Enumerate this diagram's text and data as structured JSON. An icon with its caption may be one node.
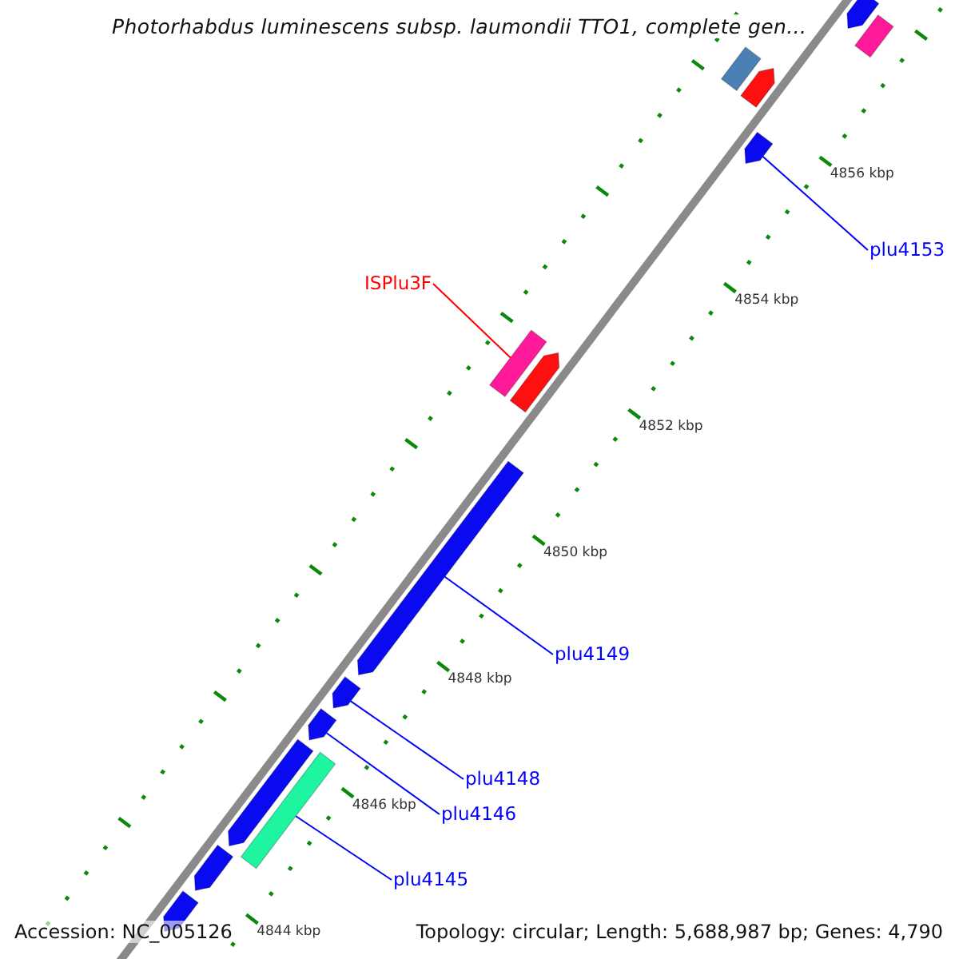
{
  "diagram": {
    "title": "Photorhabdus luminescens subsp. laumondii TTO1, complete gen...",
    "nodes": [
      {
        "text": [
          "plu4153"
        ]
      },
      {
        "text": [],
        "shape": "bar"
      },
      {
        "text": [
          "ISPlu3F"
        ]
      },
      {
        "text": [],
        "shape": "bar"
      },
      {
        "text": [
          "plu4149"
        ]
      },
      {
        "text": [],
        "shape": "bar"
      },
      {
        "text": [
          "plu4148"
        ]
      },
      {
        "text": [],
        "shape": "bar"
      },
      {
        "text": [
          "plu4146"
        ]
      },
      {
        "text": [],
        "shape": "bar"
      },
      {
        "text": [
          "plu4145"
        ]
      },
      {
        "text": [],
        "shape": "bar"
      },
      {
        "text": [],
        "shape": "bar"
      },
      {
        "text": [],
        "shape": "bar"
      },
      {
        "text": [],
        "shape": "bar"
      },
      {
        "text": [],
        "shape": "bar"
      },
      {
        "text": [],
        "shape": "bar"
      },
      {
        "text": [],
        "shape": "bar"
      },
      {
        "text": [],
        "shape": "bar"
      },
      {
        "text": [],
        "shape": "bar"
      }
    ],
    "edges": [
      {
        "from": 0,
        "to": 1,
        "arrow": "none"
      },
      {
        "from": 2,
        "to": 3,
        "arrow": "none",
        "color": "#ff0000"
      },
      {
        "from": 4,
        "to": 5,
        "arrow": "none"
      },
      {
        "from": 6,
        "to": 7,
        "arrow": "none"
      },
      {
        "from": 8,
        "to": 9,
        "arrow": "none"
      },
      {
        "from": 10,
        "to": 11,
        "arrow": "none"
      }
    ],
    "labels": [
      "4856 kbp",
      "4854 kbp",
      "4852 kbp",
      "4850 kbp",
      "4848 kbp",
      "4846 kbp",
      "4844 kbp",
      "Accession: NC_005126",
      "Topology: circular; Length: 5,688,987 bp; Genes: 4,790"
    ]
  }
}
